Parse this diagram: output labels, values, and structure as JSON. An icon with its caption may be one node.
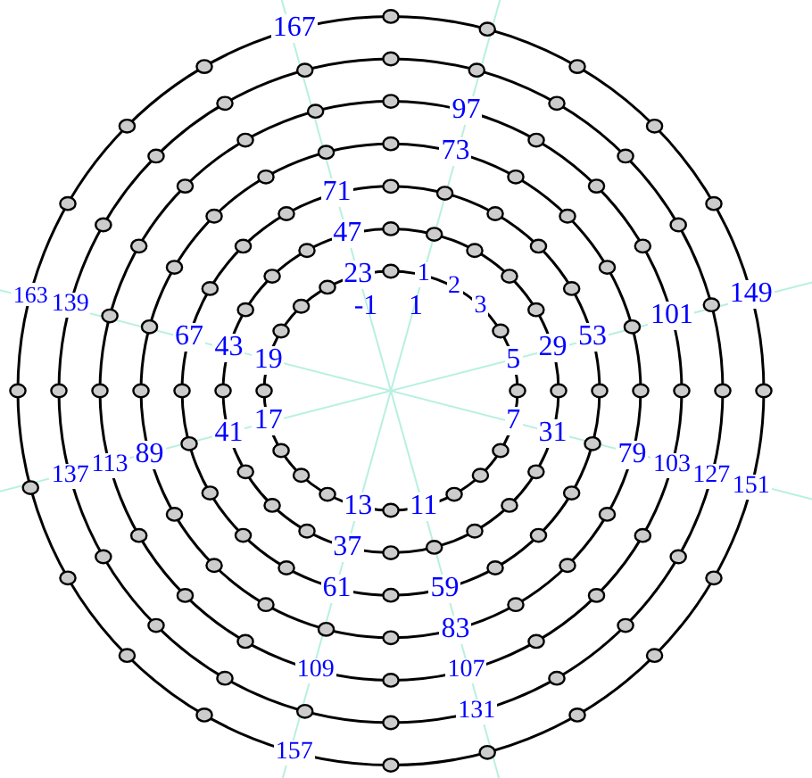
{
  "diagram": {
    "labels": [
      "167",
      "97",
      "73",
      "71",
      "47",
      "23",
      "1",
      "2",
      "-1",
      "1",
      "3",
      "163",
      "139",
      "149",
      "67",
      "43",
      "19",
      "5",
      "29",
      "53",
      "101",
      "17",
      "7",
      "41",
      "89",
      "31",
      "79",
      "137",
      "113",
      "103",
      "127",
      "151",
      "13",
      "11",
      "37",
      "61",
      "59",
      "83",
      "109",
      "107",
      "131",
      "157"
    ]
  }
}
